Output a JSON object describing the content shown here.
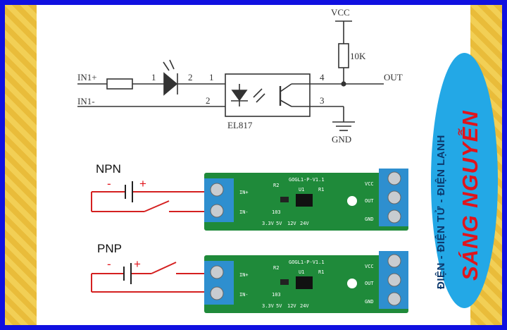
{
  "schematic": {
    "vcc_label": "VCC",
    "resistor_value": "10K",
    "input_plus": "IN1+",
    "input_minus": "IN1-",
    "pin_1a": "1",
    "pin_2a": "2",
    "pin_1b": "1",
    "pin_2b": "2",
    "pin_4": "4",
    "pin_3": "3",
    "output_label": "OUT",
    "ic_name": "EL817",
    "gnd_label": "GND"
  },
  "wiring": {
    "npn_label": "NPN",
    "pnp_label": "PNP",
    "minus": "-",
    "plus": "+"
  },
  "board": {
    "model": "GOGL1-P-V1.1",
    "u1": "U1",
    "r1": "R1",
    "r2": "R2",
    "r_code": "103",
    "in_plus": "IN+",
    "in_minus": "IN-",
    "vcc": "VCC",
    "out": "OUT",
    "gnd": "GND",
    "v33": "3.3V",
    "v5": "5V",
    "v12": "12V",
    "v24": "24V"
  },
  "brand": {
    "tagline": "ĐIỆN - ĐIỆN TỬ - ĐIỆN LẠNH",
    "name": "SÁNG NGUYỄN"
  },
  "colors": {
    "border": "#1010e0",
    "oval": "#23a8e6",
    "brand_red": "#e0141b",
    "pcb_green": "#1f8a3a",
    "terminal_blue": "#2e8fcf"
  }
}
